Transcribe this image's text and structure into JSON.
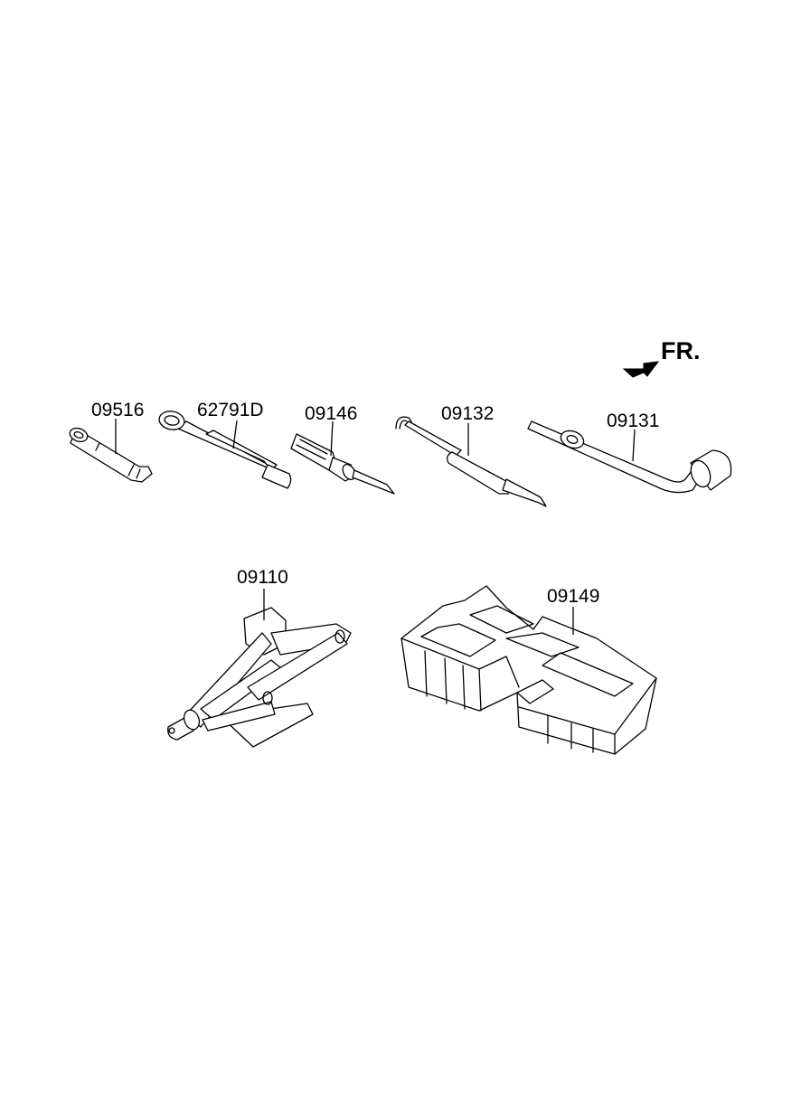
{
  "direction": {
    "label": "FR.",
    "arrow": "arrow-right-icon"
  },
  "parts": [
    {
      "number": "09516",
      "icon": "socket-extension-icon"
    },
    {
      "number": "62791D",
      "icon": "box-wrench-icon"
    },
    {
      "number": "09146",
      "icon": "screwdriver-icon"
    },
    {
      "number": "09132",
      "icon": "hook-tool-icon"
    },
    {
      "number": "09131",
      "icon": "lug-wrench-icon"
    },
    {
      "number": "09110",
      "icon": "scissor-jack-icon"
    },
    {
      "number": "09149",
      "icon": "tool-tray-icon"
    }
  ],
  "colors": {
    "line": "#000000",
    "background": "#ffffff"
  }
}
